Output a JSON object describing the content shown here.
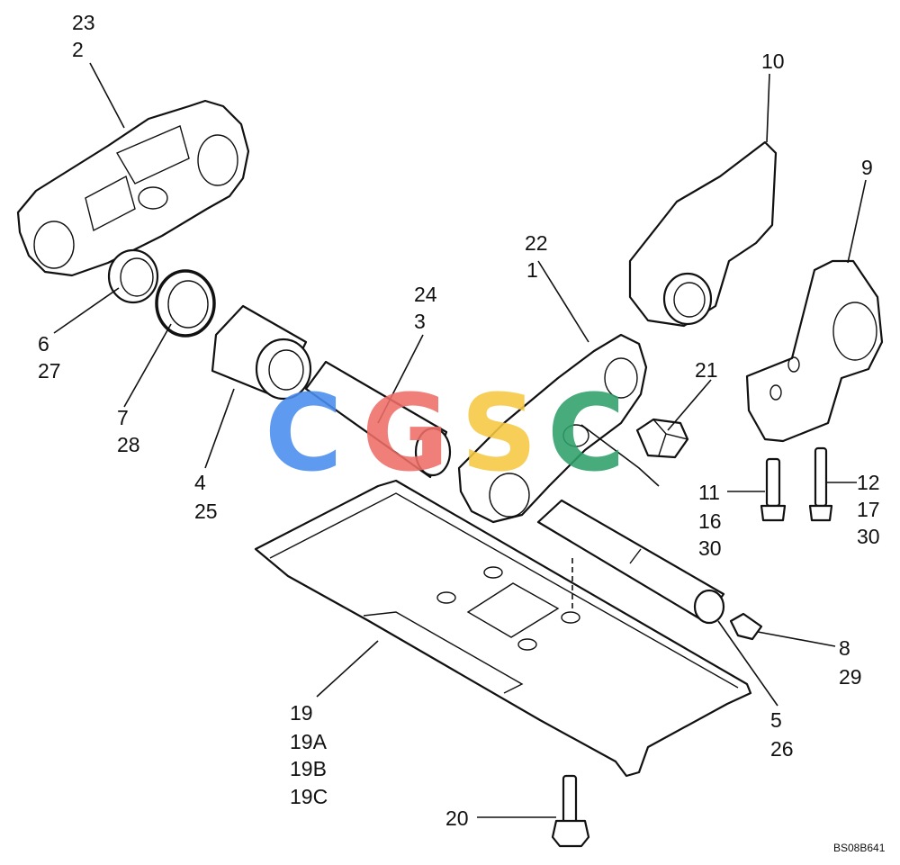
{
  "diagram": {
    "reference_code": "BS08B641",
    "callouts": [
      {
        "id": "c23-2",
        "lines": [
          "23",
          "2"
        ]
      },
      {
        "id": "c10",
        "lines": [
          "10"
        ]
      },
      {
        "id": "c9",
        "lines": [
          "9"
        ]
      },
      {
        "id": "c22-1",
        "lines": [
          "22",
          "1"
        ]
      },
      {
        "id": "c24-3",
        "lines": [
          "24",
          "3"
        ]
      },
      {
        "id": "c21",
        "lines": [
          "21"
        ]
      },
      {
        "id": "c6-27",
        "lines": [
          "6",
          "27"
        ]
      },
      {
        "id": "c7-28",
        "lines": [
          "7",
          "28"
        ]
      },
      {
        "id": "c4-25",
        "lines": [
          "4",
          "25"
        ]
      },
      {
        "id": "c11-16-30",
        "lines": [
          "11",
          "16",
          "30"
        ]
      },
      {
        "id": "c12-17-30",
        "lines": [
          "12",
          "17",
          "30"
        ]
      },
      {
        "id": "c8-29",
        "lines": [
          "8",
          "29"
        ]
      },
      {
        "id": "c5-26",
        "lines": [
          "5",
          "26"
        ]
      },
      {
        "id": "c19",
        "lines": [
          "19",
          "19A",
          "19B",
          "19C"
        ]
      },
      {
        "id": "c20",
        "lines": [
          "20"
        ]
      }
    ],
    "watermark": {
      "letters": [
        "C",
        "G",
        "S",
        "C"
      ],
      "colors": {
        "blue": "#4a8df0",
        "red": "#ee6e68",
        "yellow": "#f5c842",
        "green": "#2ea06a"
      }
    }
  }
}
